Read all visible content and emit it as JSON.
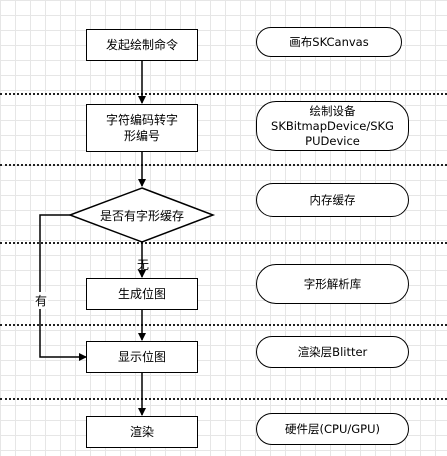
{
  "flow": {
    "step1": "发起绘制命令",
    "step2_line1": "字符编码转字",
    "step2_line2": "形编号",
    "decision": "是否有字形缓存",
    "step3": "生成位图",
    "step4": "显示位图",
    "step5": "渲染",
    "edge_no": "无",
    "edge_yes": "有"
  },
  "layers": {
    "canvas": "画布SKCanvas",
    "device_line1": "绘制设备",
    "device_line2": "SKBitmapDevice/SKG",
    "device_line3": "PUDevice",
    "memory": "内存缓存",
    "font_lib": "字形解析库",
    "blitter": "渲染层Blitter",
    "hardware": "硬件层(CPU/GPU)"
  }
}
